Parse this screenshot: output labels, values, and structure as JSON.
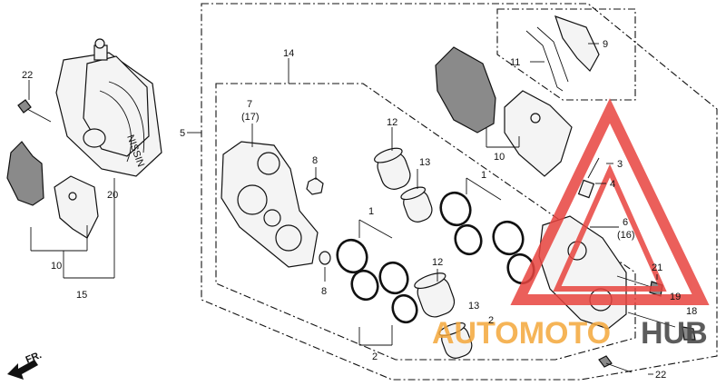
{
  "callouts": {
    "c1a": "1",
    "c1b": "1",
    "c2a": "2",
    "c2b": "2",
    "c3": "3",
    "c4": "4",
    "c5": "5",
    "c6": "6",
    "c6s": "(16)",
    "c7": "7",
    "c7s": "(17)",
    "c8a": "8",
    "c8b": "8",
    "c9": "9",
    "c10a": "10",
    "c10b": "10",
    "c11": "11",
    "c12a": "12",
    "c12b": "12",
    "c13a": "13",
    "c13b": "13",
    "c14": "14",
    "c15": "15",
    "c18": "18",
    "c19": "19",
    "c20": "20",
    "c21": "21",
    "c22a": "22",
    "c22b": "22"
  },
  "direction": "FR.",
  "caliper_brand": "NISSIN",
  "watermark": {
    "part1": "AUTOMOTO",
    "part2": "HUB"
  },
  "colors": {
    "watermark_red": "#e8443f",
    "watermark_orange": "#f4a73a",
    "watermark_grey": "#4b4b4b"
  }
}
